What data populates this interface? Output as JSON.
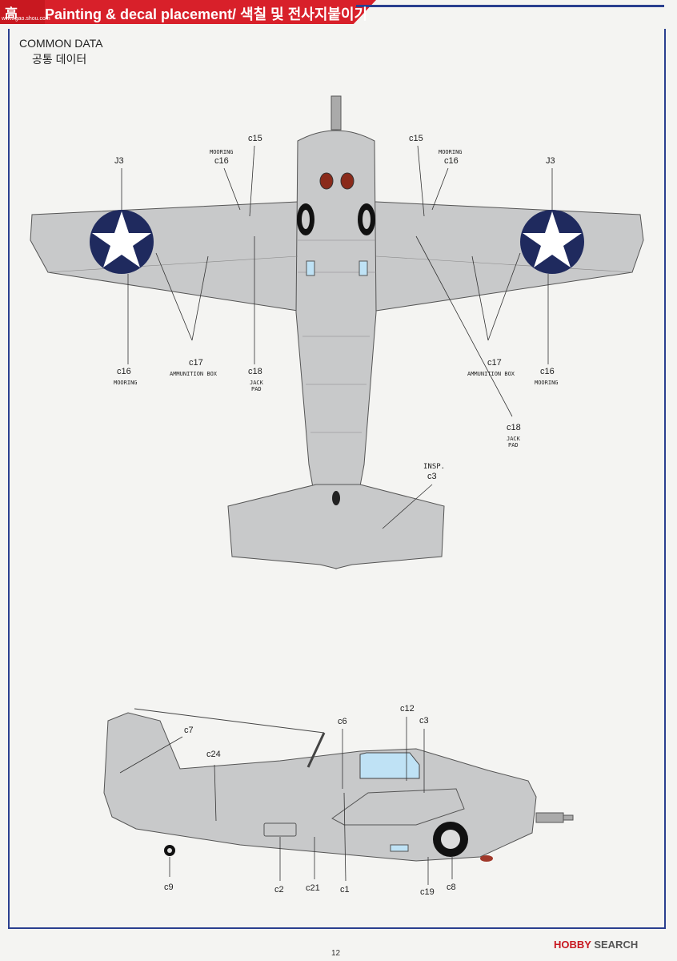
{
  "header": {
    "title": "Painting & decal placement/ 색칠 및 전사지붙이기",
    "logo_glyph": "高",
    "logo_site": "www.gao.shou.com"
  },
  "section": {
    "title_en": "COMMON DATA",
    "title_ko": "공통 데이터"
  },
  "top_view_labels": {
    "j3_left": "J3",
    "j3_right": "J3",
    "c15_left": "c15",
    "c15_right": "c15",
    "c16_mooring_left_top": "c16",
    "c16_mooring_right_top": "c16",
    "mooring_left_top": "MOORING",
    "mooring_right_top": "MOORING",
    "c16_left_bottom": "c16",
    "c16_right_bottom": "c16",
    "mooring_left_bottom": "MOORING",
    "mooring_right_bottom": "MOORING",
    "c17_left": "c17",
    "c17_right": "c17",
    "ammo_left": "AMMUNITION BOX",
    "ammo_right": "AMMUNITION BOX",
    "c18_left": "c18",
    "jack_left": "JACK",
    "pad_left": "PAD",
    "c18_right": "c18",
    "jack_right": "JACK",
    "pad_right": "PAD",
    "insp": "INSP.",
    "c3_top": "c3"
  },
  "side_view_labels": {
    "c7": "c7",
    "c24": "c24",
    "c6": "c6",
    "c12": "c12",
    "c3": "c3",
    "c9": "c9",
    "c2": "c2",
    "c21": "c21",
    "c1": "c1",
    "c19": "c19",
    "c8": "c8"
  },
  "footer": {
    "page": "12",
    "brand_prefix": "HOBBY",
    "brand_suffix": " SEARCH"
  },
  "colors": {
    "header_red": "#d8202a",
    "frame_blue": "#2a3f8f",
    "aircraft_grey": "#c8c9ca",
    "roundel_blue": "#1f2a5e"
  }
}
